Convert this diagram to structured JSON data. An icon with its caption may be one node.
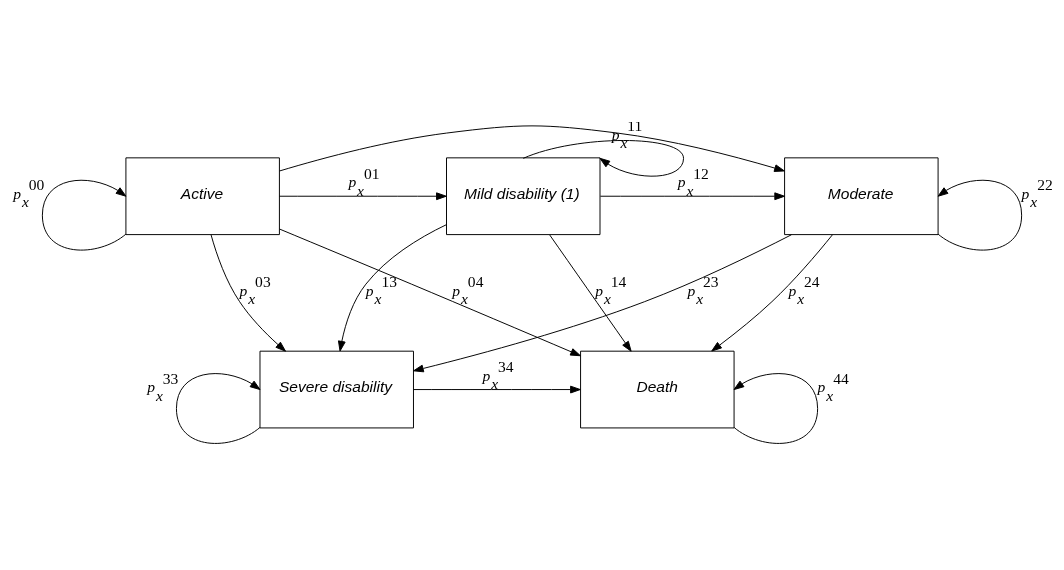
{
  "diagram": {
    "nodes": [
      {
        "text": [
          "Active"
        ]
      },
      {
        "text": [
          "Mild disability (1)"
        ]
      },
      {
        "text": [
          "Moderate"
        ]
      },
      {
        "text": [
          "Death"
        ]
      },
      {
        "text": [
          "Severe disability"
        ]
      }
    ],
    "edges": [
      {
        "from": 0,
        "to": 0,
        "arrow": "to",
        "label": "p$_{x}$$^{00}$"
      },
      {
        "from": 0,
        "to": 1,
        "arrow": "to",
        "label": "p$_{x}$$^{01}$"
      },
      {
        "from": 0,
        "to": 2,
        "arrow": "to"
      },
      {
        "from": 1,
        "to": 1,
        "arrow": "to",
        "label": "p$_{x}$$^{11}$"
      },
      {
        "from": 1,
        "to": 2,
        "arrow": "to",
        "label": "p$_{x}$$^{12}$"
      },
      {
        "from": 2,
        "to": 2,
        "arrow": "to",
        "label": "p$_{x}$$^{22}$"
      },
      {
        "from": 0,
        "to": 3,
        "arrow": "to",
        "label": "p$_{x}$$^{04}$"
      },
      {
        "from": 0,
        "to": 4,
        "arrow": "to",
        "label": "p$_{x}$$^{03}$"
      },
      {
        "from": 1,
        "to": 3,
        "arrow": "to",
        "label": "p$_{x}$$^{14}$"
      },
      {
        "from": 1,
        "to": 4,
        "arrow": "to",
        "label": "p$_{x}$$^{13}$"
      },
      {
        "from": 2,
        "to": 3,
        "arrow": "to",
        "label": "p$_{x}$$^{24}$"
      },
      {
        "from": 2,
        "to": 4,
        "arrow": "to",
        "label": "p$_{x}$$^{23}$"
      },
      {
        "from": 3,
        "to": 3,
        "arrow": "to",
        "label": "p$_{x}$$^{44}$"
      },
      {
        "from": 4,
        "to": 4,
        "arrow": "to",
        "label": "p$_{x}$$^{33}$"
      },
      {
        "from": 4,
        "to": 3,
        "arrow": "to",
        "label": "p$_{x}$$^{34}$"
      }
    ]
  }
}
